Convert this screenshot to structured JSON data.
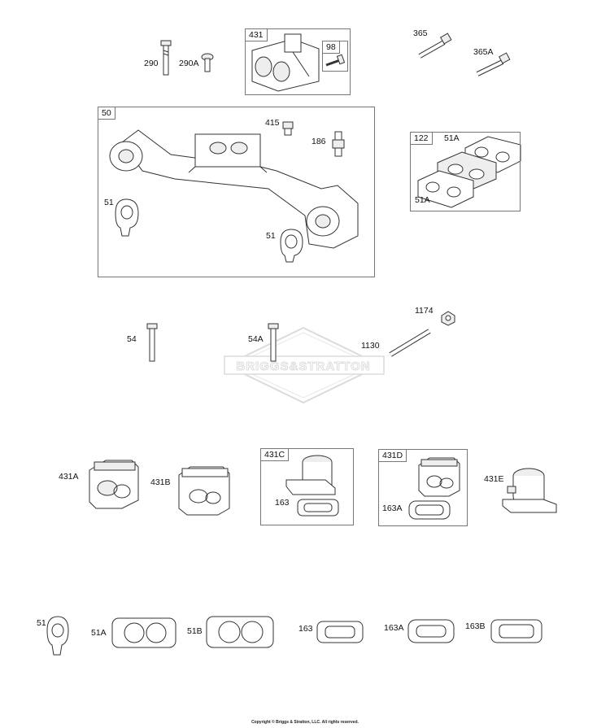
{
  "diagram": {
    "boxes": {
      "b431": "431",
      "b98": "98",
      "b50": "50",
      "b122": "122",
      "b431c": "431C",
      "b431d": "431D"
    },
    "labels": {
      "l290": "290",
      "l290a": "290A",
      "l365": "365",
      "l365a": "365A",
      "l415": "415",
      "l186": "186",
      "l51_manifold_left": "51",
      "l51_manifold_right": "51",
      "l51a_top": "51A",
      "l51a_bottom": "51A",
      "l1174": "1174",
      "l54": "54",
      "l54a": "54A",
      "l1130": "1130",
      "l431a": "431A",
      "l431b": "431B",
      "l163_431c": "163",
      "l163a_431d": "163A",
      "l431e": "431E",
      "l51_row": "51",
      "l51a_row": "51A",
      "l51b_row": "51B",
      "l163_row": "163",
      "l163a_row": "163A",
      "l163b_row": "163B"
    },
    "watermark": "BRIGGS&STRATTON",
    "footer": "Copyright © Briggs & Stratton, LLC. All rights reserved."
  }
}
